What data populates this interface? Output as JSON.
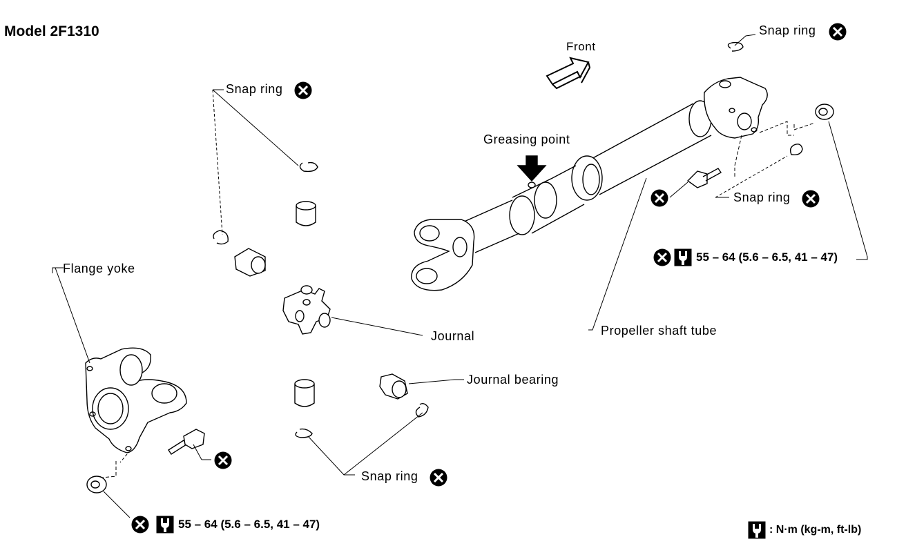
{
  "title": "Model 2F1310",
  "labels": {
    "front": "Front",
    "greasing_point": "Greasing point",
    "snap_ring": "Snap ring",
    "flange_yoke": "Flange yoke",
    "journal": "Journal",
    "journal_bearing": "Journal bearing",
    "propeller_shaft_tube": "Propeller shaft tube"
  },
  "torque": {
    "spec": "55 – 64 (5.6 – 6.5, 41 – 47)",
    "legend": ": N·m (kg-m, ft-lb)"
  },
  "icons": {
    "always_replace": "circled-x-icon",
    "tightening_torque": "torque-wrench-icon"
  },
  "colors": {
    "line": "#000000",
    "background": "#ffffff"
  }
}
